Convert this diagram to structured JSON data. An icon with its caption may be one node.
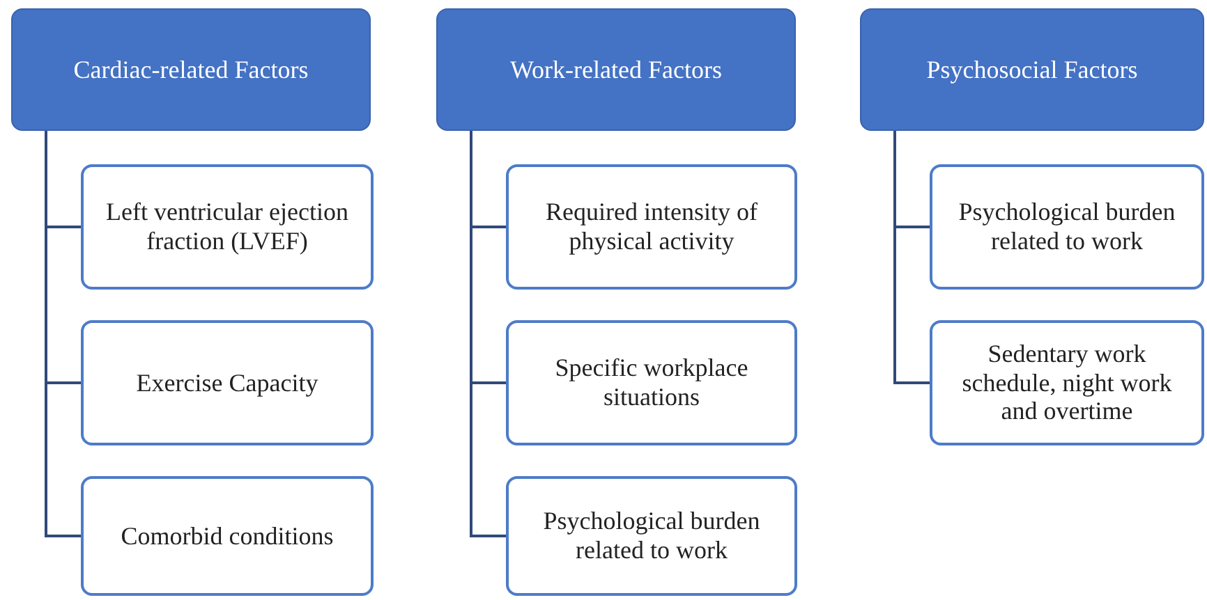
{
  "diagram": {
    "nodes": [
      {
        "text": [
          "Cardiac-related Factors"
        ]
      },
      {
        "text": [
          "Left ventricular ejection fraction (LVEF)"
        ]
      },
      {
        "text": [
          "Exercise Capacity"
        ]
      },
      {
        "text": [
          "Comorbid conditions"
        ]
      },
      {
        "text": [
          "Work-related Factors"
        ]
      },
      {
        "text": [
          "Required intensity of physical activity"
        ]
      },
      {
        "text": [
          "Specific workplace situations"
        ]
      },
      {
        "text": [
          "Psychological burden related to work"
        ]
      },
      {
        "text": [
          "Psychosocial Factors"
        ]
      },
      {
        "text": [
          "Psychological burden related to work"
        ]
      },
      {
        "text": [
          "Sedentary work schedule, night work and overtime"
        ]
      }
    ],
    "edges": [
      {
        "from": 0,
        "to": 1,
        "arrow": "none"
      },
      {
        "from": 0,
        "to": 2,
        "arrow": "none"
      },
      {
        "from": 0,
        "to": 3,
        "arrow": "none"
      },
      {
        "from": 4,
        "to": 5,
        "arrow": "none"
      },
      {
        "from": 4,
        "to": 6,
        "arrow": "none"
      },
      {
        "from": 4,
        "to": 7,
        "arrow": "none"
      },
      {
        "from": 8,
        "to": 9,
        "arrow": "none"
      },
      {
        "from": 8,
        "to": 10,
        "arrow": "none"
      }
    ]
  }
}
